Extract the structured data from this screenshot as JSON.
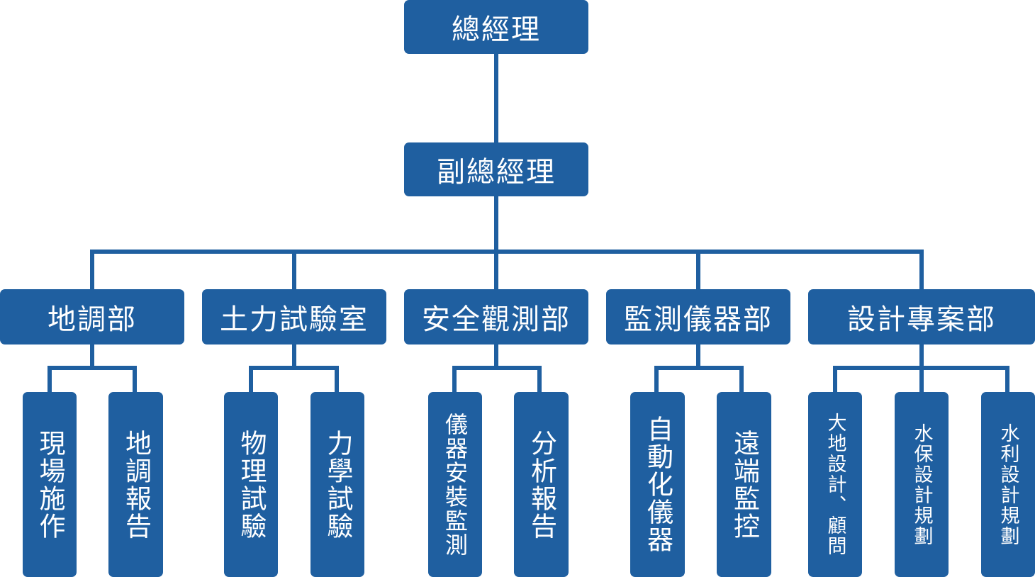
{
  "top": {
    "title": "總經理"
  },
  "deputy": {
    "title": "副總經理"
  },
  "departments": [
    {
      "name": "地調部",
      "units": [
        "現場施作",
        "地調報告"
      ]
    },
    {
      "name": "土力試驗室",
      "units": [
        "物理試驗",
        "力學試驗"
      ]
    },
    {
      "name": "安全觀測部",
      "units": [
        "儀器安裝監測",
        "分析報告"
      ]
    },
    {
      "name": "監測儀器部",
      "units": [
        "自動化儀器",
        "遠端監控"
      ]
    },
    {
      "name": "設計專案部",
      "units": [
        "大地設計、顧問",
        "水保設計規劃",
        "水利設計規劃"
      ]
    }
  ],
  "colors": {
    "box": "#1f5fa0",
    "text": "#ffffff",
    "line": "#1f5fa0"
  }
}
